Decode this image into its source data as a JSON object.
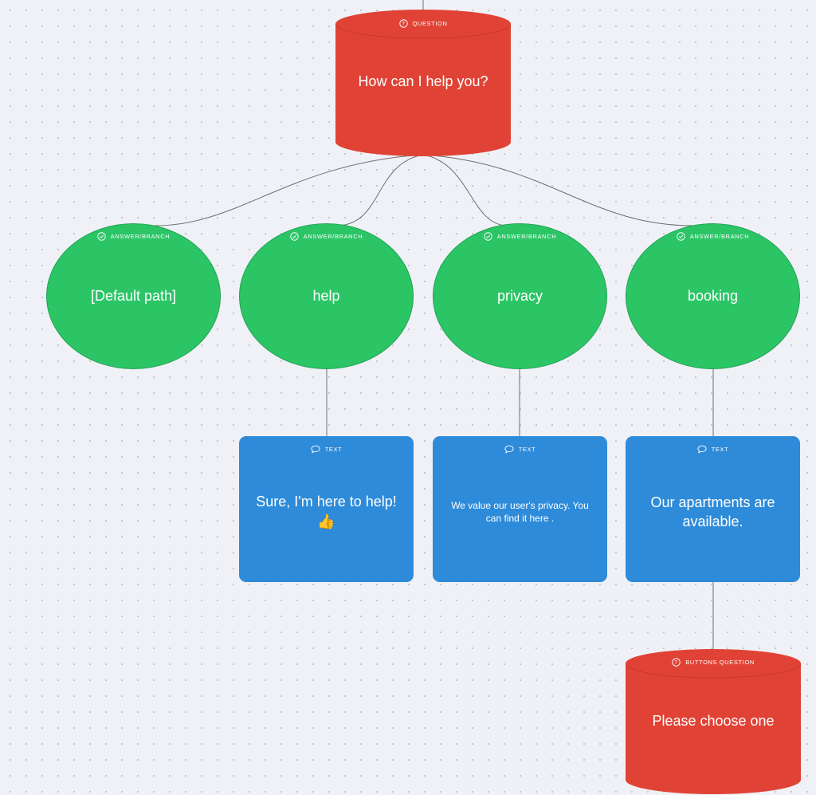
{
  "colors": {
    "question": "#e04335",
    "answer": "#2bc566",
    "text": "#2e8bd9",
    "connector": "#6b6e76"
  },
  "nodes": {
    "question_main": {
      "type_label": "QUESTION",
      "icon": "question-circle-icon",
      "text": "How can I help you?"
    },
    "answer_default": {
      "type_label": "ANSWER/BRANCH",
      "icon": "check-circle-icon",
      "text": "[Default path]"
    },
    "answer_help": {
      "type_label": "ANSWER/BRANCH",
      "icon": "check-circle-icon",
      "text": "help"
    },
    "answer_privacy": {
      "type_label": "ANSWER/BRANCH",
      "icon": "check-circle-icon",
      "text": "privacy"
    },
    "answer_booking": {
      "type_label": "ANSWER/BRANCH",
      "icon": "check-circle-icon",
      "text": "booking"
    },
    "text_help": {
      "type_label": "TEXT",
      "icon": "speech-bubble-icon",
      "text": "Sure, I'm here to help!",
      "emoji": "👍"
    },
    "text_privacy": {
      "type_label": "TEXT",
      "icon": "speech-bubble-icon",
      "text": "We value our user's privacy. You can find it here ."
    },
    "text_booking": {
      "type_label": "TEXT",
      "icon": "speech-bubble-icon",
      "text": "Our apartments are available."
    },
    "question_buttons": {
      "type_label": "BUTTONS QUESTION",
      "icon": "question-circle-icon",
      "text": "Please choose one"
    }
  }
}
